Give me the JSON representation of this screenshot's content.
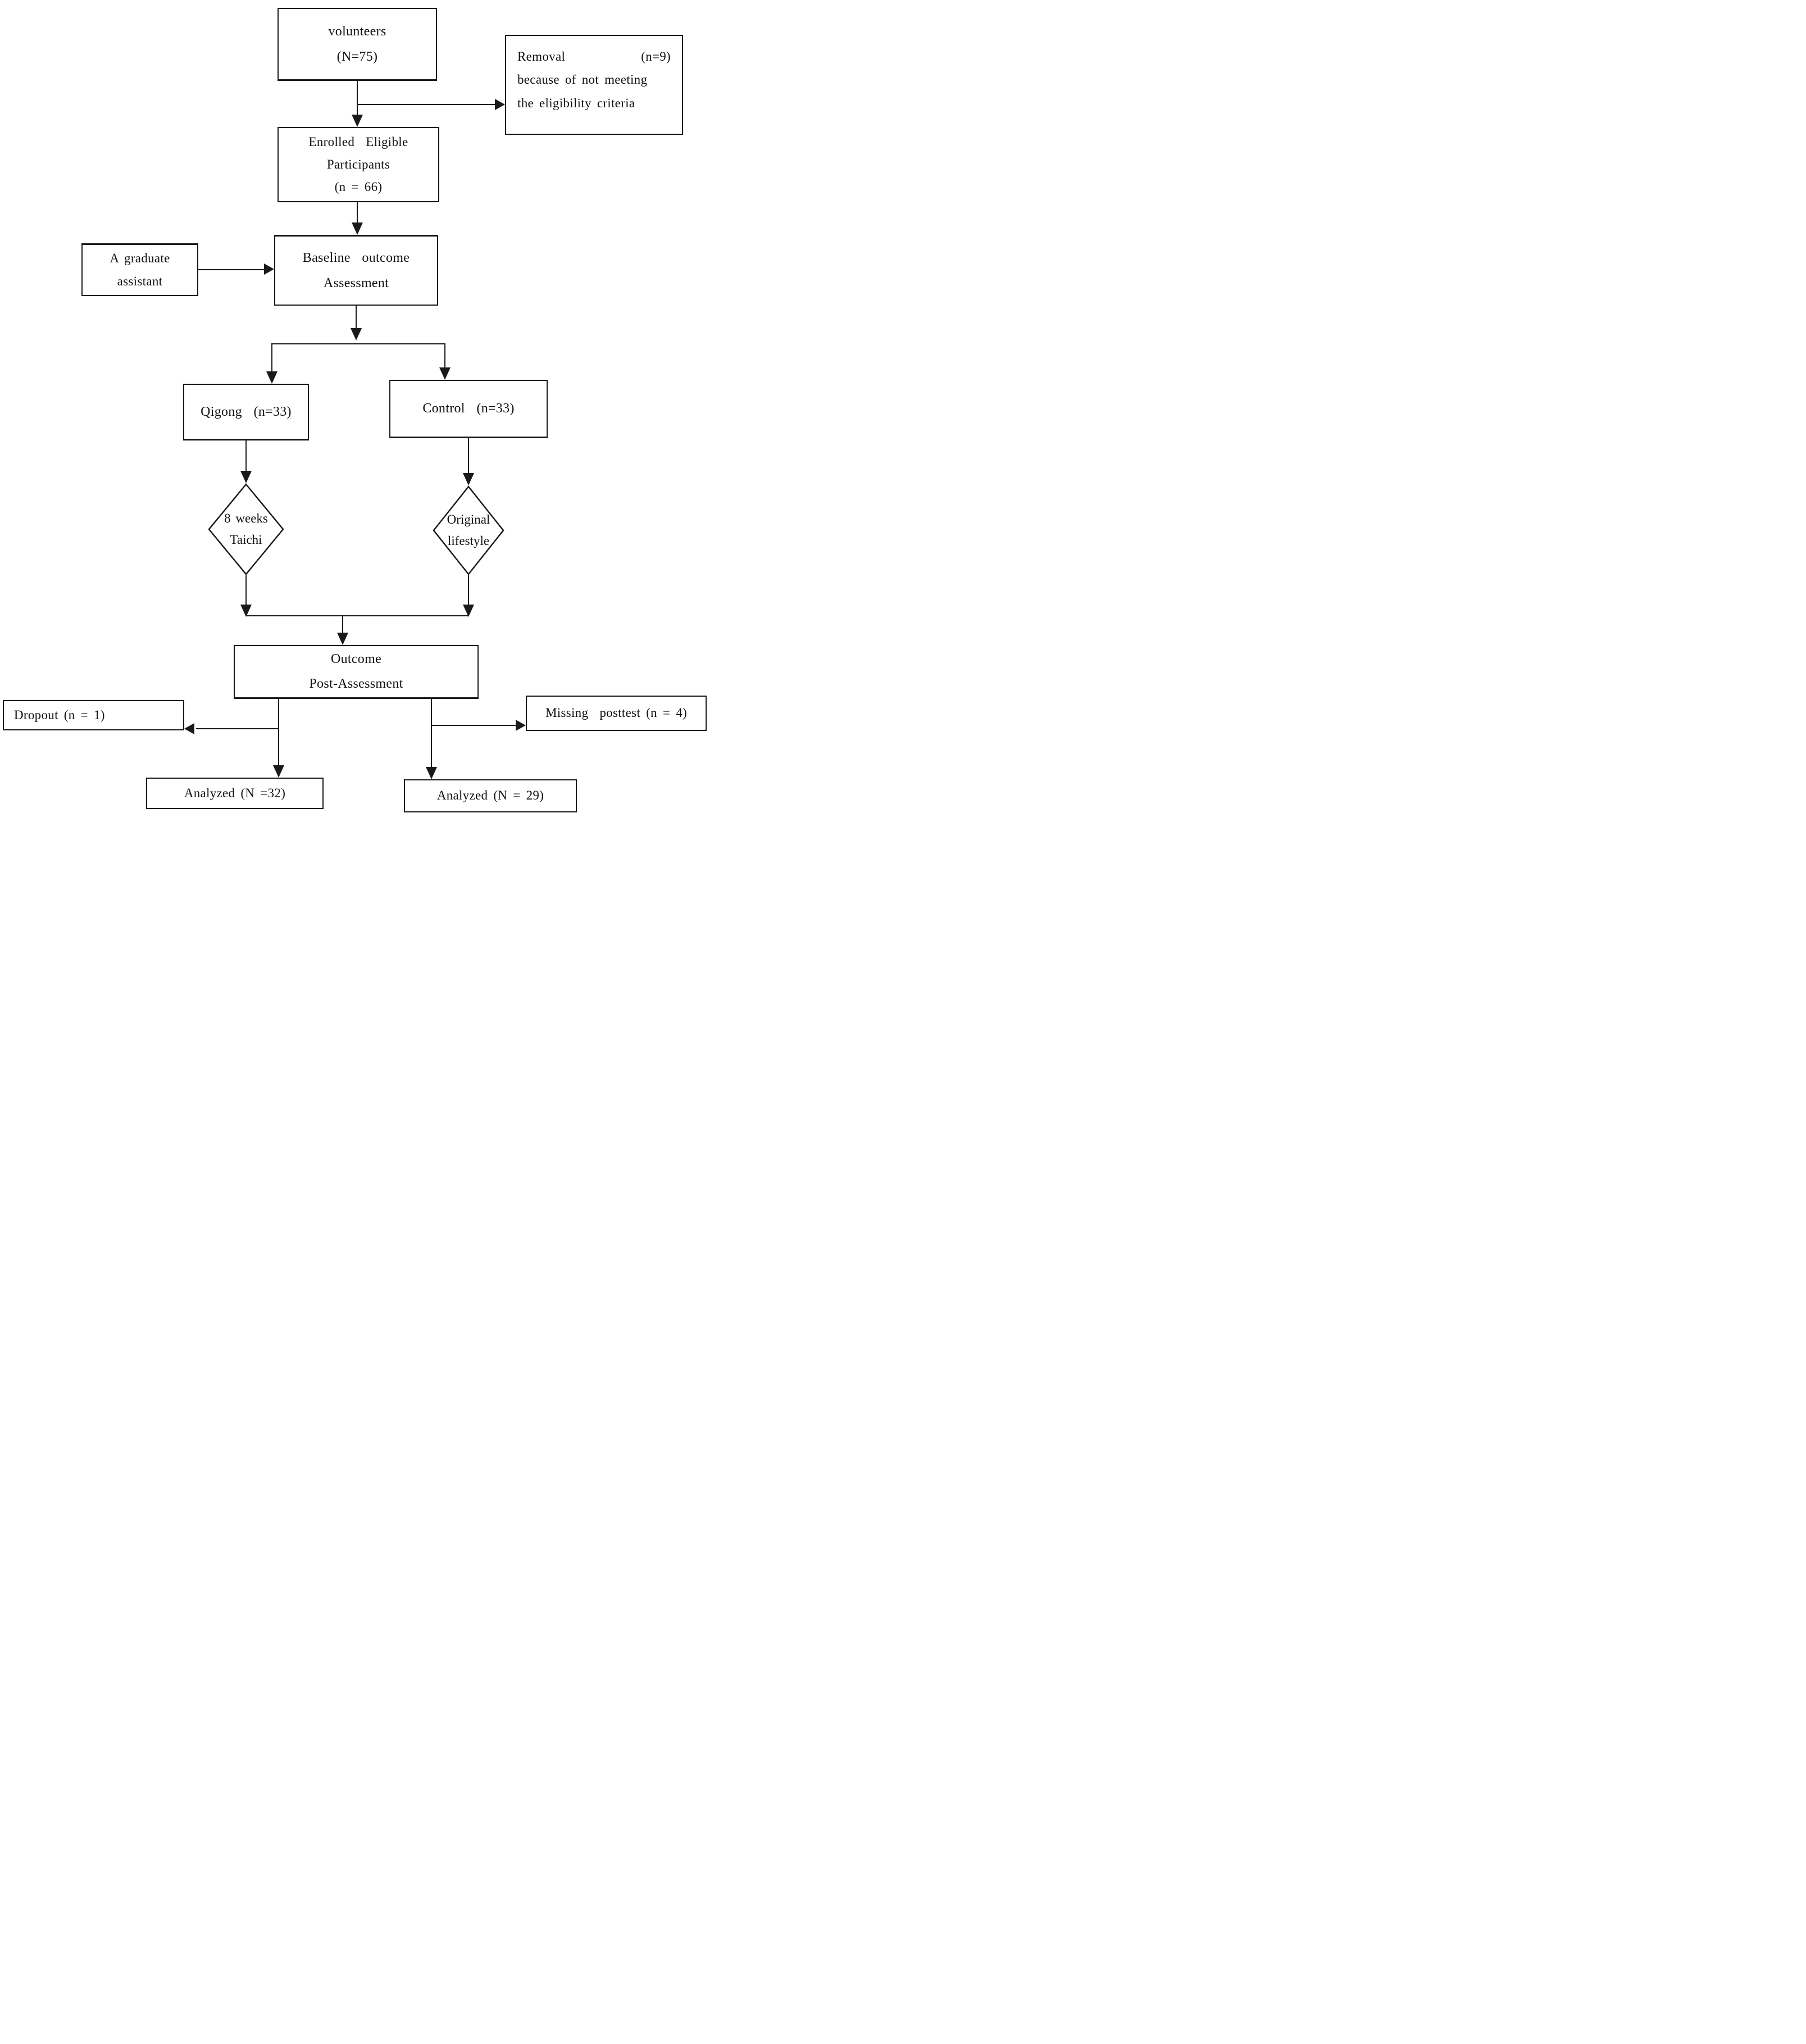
{
  "flow": {
    "volunteers": {
      "text": "volunteers\n(N=75)"
    },
    "removal": {
      "title": "Removal",
      "n": "(n=9)",
      "line2": "because of not meeting",
      "line3": "the eligibility  criteria"
    },
    "enrolled": {
      "text": "Enrolled  Eligible\nParticipants\n(n = 66)"
    },
    "graduate_assistant": {
      "text": "A graduate\nassistant"
    },
    "baseline": {
      "text": "Baseline  outcome\nAssessment"
    },
    "qigong": {
      "text": "Qigong  (n=33)"
    },
    "control": {
      "text": "Control  (n=33)"
    },
    "taichi_diamond": {
      "text": "8 weeks\nTaichi"
    },
    "lifestyle_diamond": {
      "text": "Original\nlifestyle"
    },
    "outcome": {
      "text": "Outcome\nPost-Assessment"
    },
    "dropout": {
      "text": "Dropout (n = 1)"
    },
    "missing_posttest": {
      "text": "Missing  posttest (n = 4)"
    },
    "analyzed_qigong": {
      "text": "Analyzed (N =32)"
    },
    "analyzed_control": {
      "text": "Analyzed (N = 29)"
    }
  },
  "colors": {
    "line": "#1a1a1a",
    "box_background": "#ffffff",
    "page_background": "#ffffff",
    "text": "#111111"
  }
}
